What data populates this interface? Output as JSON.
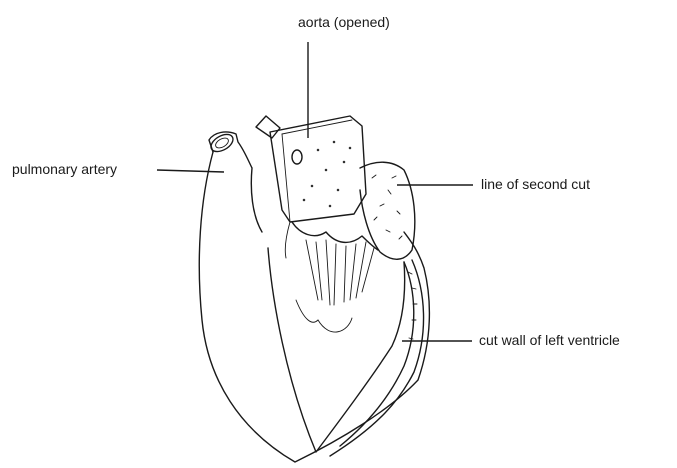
{
  "diagram": {
    "labels": {
      "aorta": "aorta (opened)",
      "pulmonary_artery": "pulmonary artery",
      "second_cut": "line of second cut",
      "cut_wall": "cut wall of left ventricle"
    }
  }
}
